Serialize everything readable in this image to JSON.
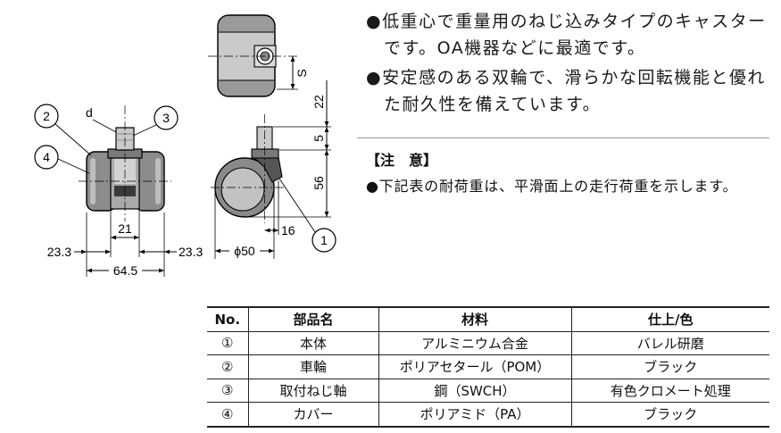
{
  "description": {
    "bullet_1_line_1": "●低重心で重量用のねじ込みタイプのキャスター",
    "bullet_1_line_2": "です。OA機器などに最適です。",
    "bullet_2_line_1": "●安定感のある双輪で、滑らかな回転機能と優れ",
    "bullet_2_line_2": "た耐久性を備えています。"
  },
  "caution": {
    "heading": "【注　意】",
    "text": "●下記表の耐荷重は、平滑面上の走行荷重を示します。"
  },
  "drawing": {
    "front_view": {
      "callout_wheel": "2",
      "callout_shaft": "3",
      "callout_cover": "4",
      "thread_label": "d",
      "dim_center_width": "21",
      "dim_left_overhang": "23.3",
      "dim_right_overhang": "23.3",
      "dim_total_width": "64.5"
    },
    "top_view": {
      "dim_offset": "S"
    },
    "side_view": {
      "callout_body": "1",
      "dim_stem_length": "22",
      "dim_nut_height": "5",
      "dim_height": "56",
      "dim_offset": "16",
      "dim_wheel_diameter": "ϕ50"
    }
  },
  "parts_table": {
    "headers": {
      "no": "No.",
      "part_name": "部品名",
      "material": "材料",
      "finish_color": "仕上/色"
    },
    "rows": [
      {
        "no": "①",
        "part_name": "本体",
        "material": "アルミニウム合金",
        "finish_color": "バレル研磨"
      },
      {
        "no": "②",
        "part_name": "車輪",
        "material": "ポリアセタール（POM）",
        "finish_color": "ブラック"
      },
      {
        "no": "③",
        "part_name": "取付ねじ軸",
        "material": "鋼（SWCH）",
        "finish_color": "有色クロメート処理"
      },
      {
        "no": "④",
        "part_name": "カバー",
        "material": "ポリアミド（PA）",
        "finish_color": "ブラック"
      }
    ]
  }
}
